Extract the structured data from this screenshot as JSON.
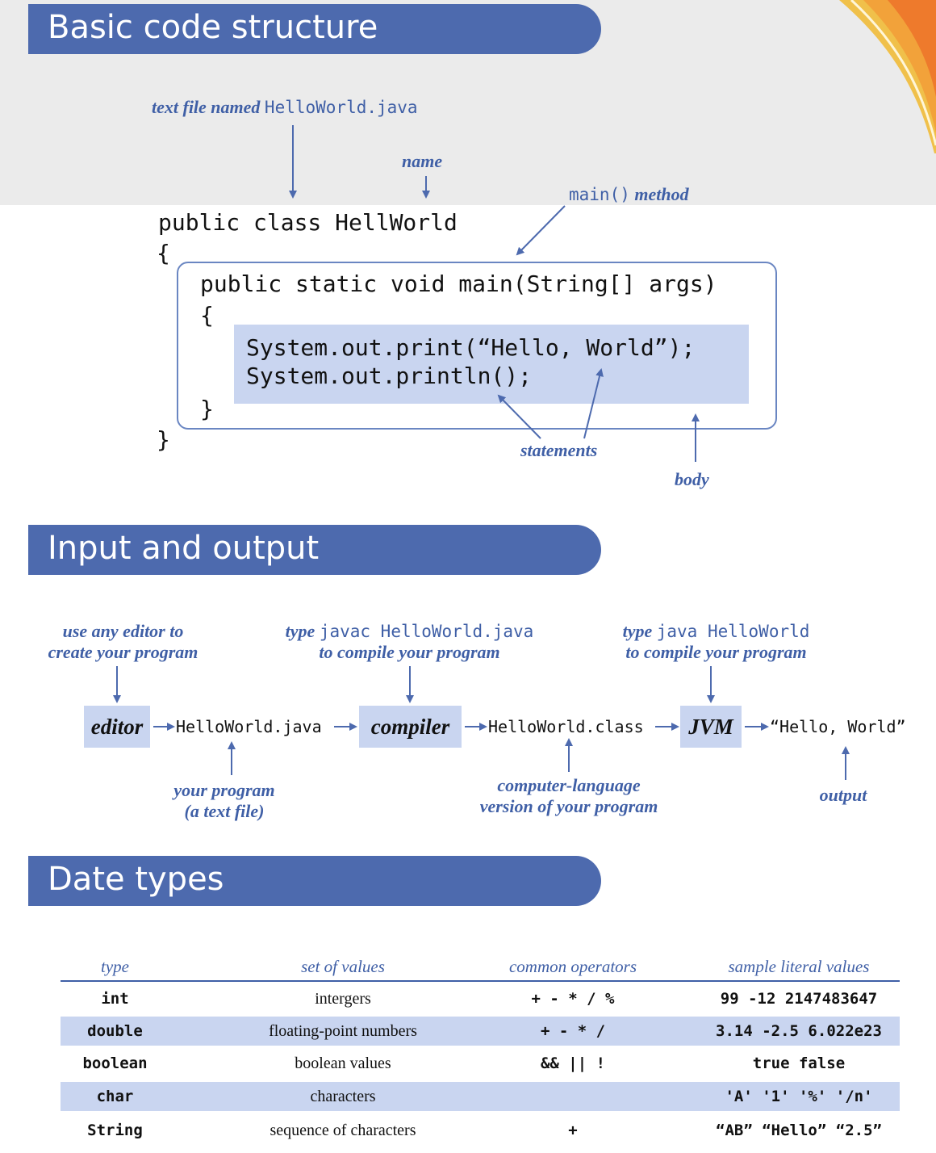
{
  "colors": {
    "banner": "#4d6aae",
    "label_blue": "#3f5fa6",
    "highlight": "#c9d5f0",
    "background_band": "#ebebeb"
  },
  "section1": {
    "title": "Basic code structure",
    "label_file_prefix": "text file named",
    "label_file_name": "HelloWorld.java",
    "label_name": "name",
    "label_main_code": "main()",
    "label_main_text": "method",
    "code": {
      "line1": "public class HellWorld",
      "open_brace": "{",
      "method_sig": "public static void main(String[] args)",
      "method_open": "{",
      "stmt1": "System.out.print(“Hello, World”);",
      "stmt2": "System.out.println();",
      "method_close": "}",
      "class_close": "}"
    },
    "label_statements": "statements",
    "label_body": "body"
  },
  "section2": {
    "title": "Input and output",
    "top_labels": {
      "editor_line1": "use any editor to",
      "editor_line2": "create your program",
      "javac_prefix": "type",
      "javac_cmd": "javac HelloWorld.java",
      "javac_line2": "to compile your program",
      "java_prefix": "type",
      "java_cmd": "java HelloWorld",
      "java_line2": "to compile your program"
    },
    "flow": {
      "editor": "editor",
      "source_file": "HelloWorld.java",
      "compiler": "compiler",
      "class_file": "HelloWorld.class",
      "jvm": "JVM",
      "output": "“Hello, World”"
    },
    "bottom_labels": {
      "program_line1": "your program",
      "program_line2": "(a text file)",
      "computer_line1": "computer-language",
      "computer_line2": "version of your program",
      "output": "output"
    }
  },
  "section3": {
    "title": "Date types",
    "headers": [
      "type",
      "set of values",
      "common operators",
      "sample literal values"
    ],
    "rows": [
      {
        "type": "int",
        "set": "intergers",
        "ops": "+ - * / %",
        "lit": "99 -12 2147483647"
      },
      {
        "type": "double",
        "set": "floating-point numbers",
        "ops": "+ - * /",
        "lit": "3.14 -2.5 6.022e23"
      },
      {
        "type": "boolean",
        "set": "boolean values",
        "ops": "&& || !",
        "lit": "true false"
      },
      {
        "type": "char",
        "set": "characters",
        "ops": "",
        "lit": "'A' '1' '%' '/n'"
      },
      {
        "type": "String",
        "set": "sequence of characters",
        "ops": "+",
        "lit": "“AB” “Hello” “2.5”"
      }
    ]
  }
}
